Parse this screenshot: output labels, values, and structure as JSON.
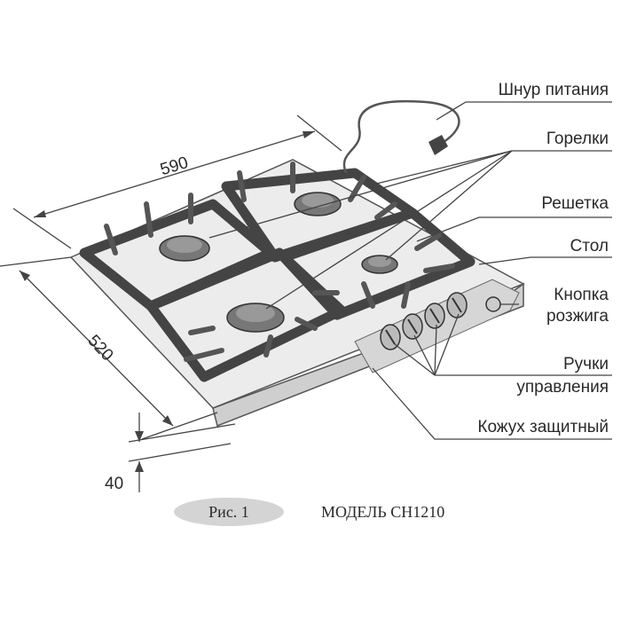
{
  "dimensions": {
    "width": "590",
    "depth": "520",
    "height": "40"
  },
  "callouts": {
    "power_cord": "Шнур питания",
    "burners": "Горелки",
    "grate": "Решетка",
    "table": "Стол",
    "ignition_line1": "Кнопка",
    "ignition_line2": "розжига",
    "controls_line1": "Ручки",
    "controls_line2": "управления",
    "casing": "Кожух защитный"
  },
  "caption": {
    "figure": "Рис. 1",
    "model": "МОДЕЛЬ CH1210"
  }
}
